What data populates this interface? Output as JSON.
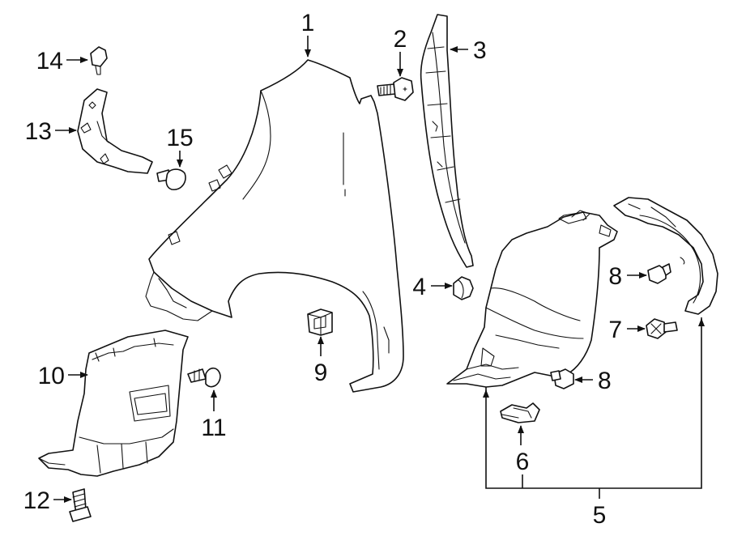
{
  "callouts": {
    "c1": "1",
    "c2": "2",
    "c3": "3",
    "c4": "4",
    "c5": "5",
    "c6": "6",
    "c7": "7",
    "c8a": "8",
    "c8b": "8",
    "c9": "9",
    "c10": "10",
    "c11": "11",
    "c12": "12",
    "c13": "13",
    "c14": "14",
    "c15": "15"
  },
  "colors": {
    "line": "#111111",
    "background": "#ffffff"
  }
}
